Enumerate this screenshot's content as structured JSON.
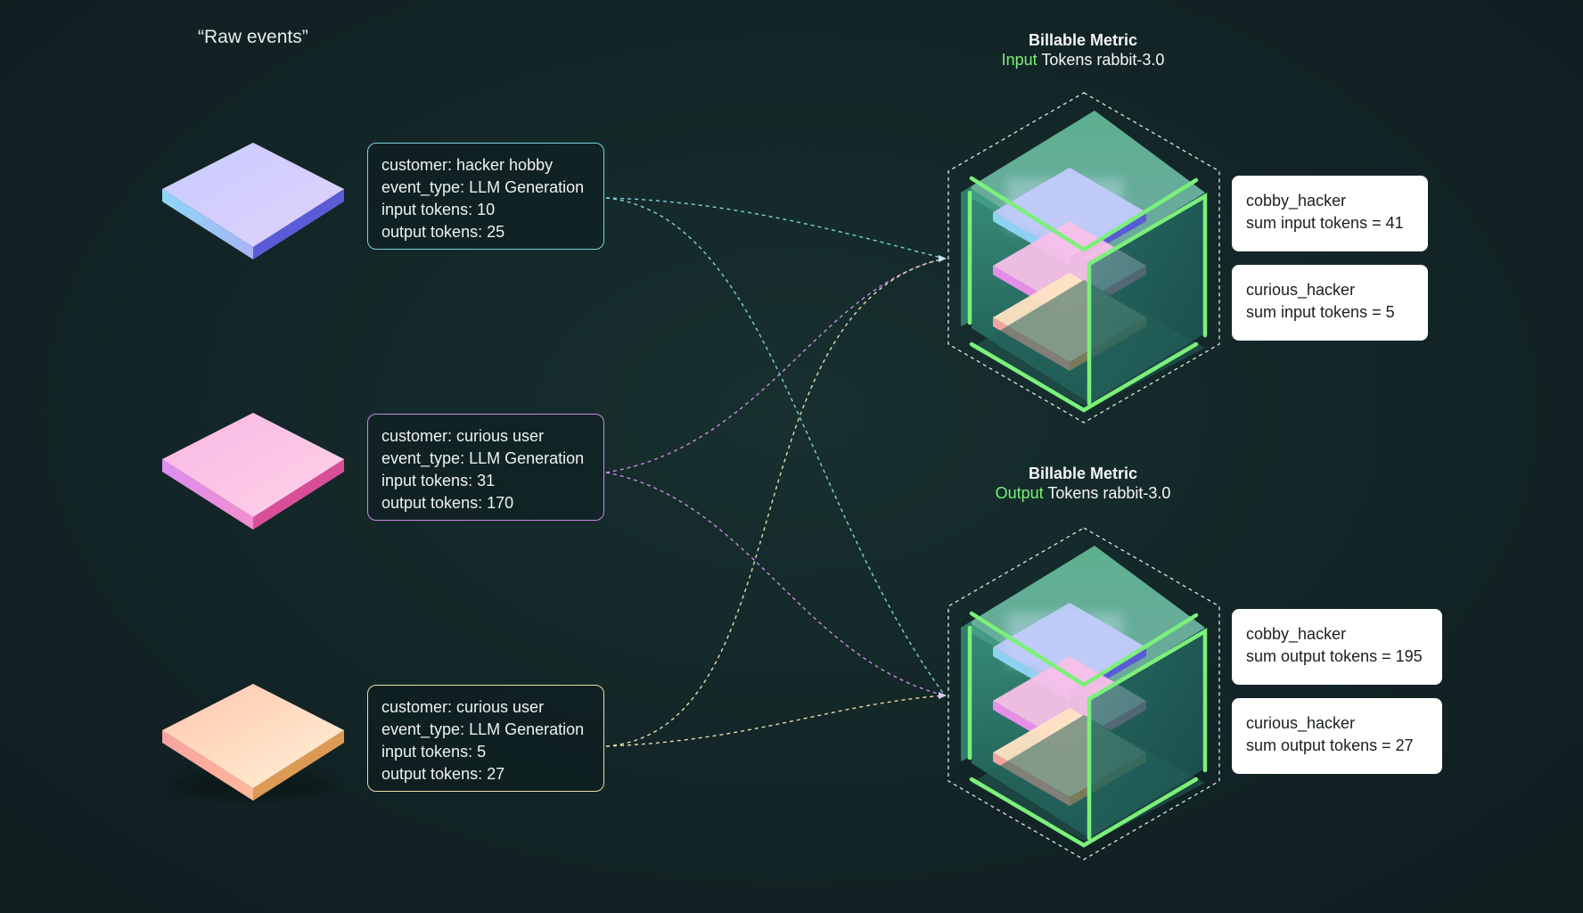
{
  "raw_events_title": "“Raw events”",
  "events": [
    {
      "customer": "customer: hacker hobby",
      "event_type": "event_type: LLM Generation",
      "input": "input tokens: 10",
      "output": "output tokens: 25",
      "border_color": "#7ed3df"
    },
    {
      "customer": "customer: curious user",
      "event_type": "event_type: LLM Generation",
      "input": "input tokens: 31",
      "output": "output tokens: 170",
      "border_color": "#c98be6"
    },
    {
      "customer": "customer: curious user",
      "event_type": "event_type: LLM Generation",
      "input": "input tokens: 5",
      "output": "output tokens: 27",
      "border_color": "#e8dcae"
    }
  ],
  "metrics": [
    {
      "title": "Billable Metric",
      "accent": "Input",
      "subtitle_rest": " Tokens rabbit-3.0",
      "results": [
        {
          "customer": "cobby_hacker",
          "value": "sum input tokens = 41"
        },
        {
          "customer": "curious_hacker",
          "value": "sum input tokens = 5"
        }
      ]
    },
    {
      "title": "Billable Metric",
      "accent": "Output",
      "subtitle_rest": " Tokens rabbit-3.0",
      "results": [
        {
          "customer": "cobby_hacker",
          "value": "sum output tokens = 195"
        },
        {
          "customer": "curious_hacker",
          "value": "sum output tokens = 27"
        }
      ]
    }
  ],
  "colors": {
    "accent_green": "#7bf07a",
    "wire_blue": "#7ed3df",
    "wire_purple": "#c98be6",
    "wire_cream": "#e8dcae"
  }
}
